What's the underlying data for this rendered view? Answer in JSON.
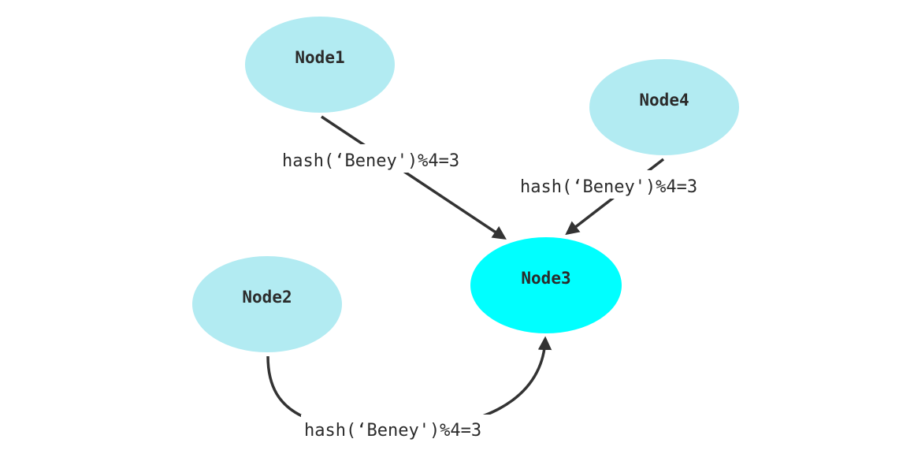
{
  "nodes": {
    "node1": {
      "label": "Node1",
      "color": "#b2ebf2"
    },
    "node2": {
      "label": "Node2",
      "color": "#b2ebf2"
    },
    "node3": {
      "label": "Node3",
      "color": "#00ffff"
    },
    "node4": {
      "label": "Node4",
      "color": "#b2ebf2"
    }
  },
  "edges": [
    {
      "from": "Node1",
      "to": "Node3",
      "label": "hash(‘Beney')%4=3"
    },
    {
      "from": "Node4",
      "to": "Node3",
      "label": "hash(‘Beney')%4=3"
    },
    {
      "from": "Node2",
      "to": "Node3",
      "label": "hash(‘Beney')%4=3"
    }
  ],
  "colors": {
    "edge": "#333333",
    "text": "#2b2b2b"
  }
}
